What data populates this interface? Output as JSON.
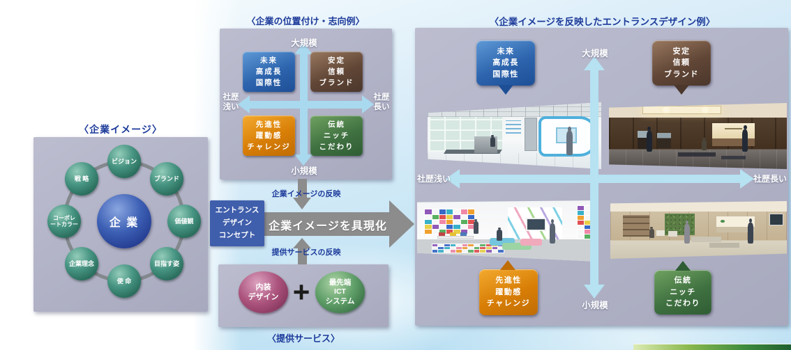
{
  "colors": {
    "title_blue": "#1c3a9a",
    "panel_lavender": "#b3b4c8",
    "quadrant_blue": "#2d64ad",
    "quadrant_brown": "#614636",
    "quadrant_orange": "#d87e07",
    "quadrant_green": "#407141",
    "axis_arrow_blue": "#b6e2f2",
    "flow_arrow_gray": "#8c8c8c",
    "concept_box_blue": "#3f5eab",
    "sphere_green": "#479482",
    "sphere_blue": "#3c5fb4",
    "service_pink": "#ab537c",
    "service_green": "#5f9e68"
  },
  "corporate_image": {
    "title": "〈企業イメージ〉",
    "center_label": "企 業",
    "satellites": [
      "ビジョン",
      "ブランド",
      "価値観",
      "目指す姿",
      "使 命",
      "企業理念",
      "コーポレ\nートカラー",
      "戦 略"
    ]
  },
  "positioning_map": {
    "title": "〈企業の位置付け・志向例〉",
    "axis_top": "大規模",
    "axis_bottom": "小規模",
    "axis_left": "社歴\n浅い",
    "axis_right": "社歴\n長い",
    "quadrant_top_left": "未来\n高成長\n国際性",
    "quadrant_top_right": "安定\n信頼\nブランド",
    "quadrant_bottom_left": "先進性\n躍動感\nチャレンジ",
    "quadrant_bottom_right": "伝統\nニッチ\nこだわり"
  },
  "flow": {
    "concept_box": "エントランス\nデザイン\nコンセプト",
    "image_reflection_label": "企業イメージの反映",
    "main_arrow_label": "企業イメージを具現化",
    "service_reflection_label": "提供サービスの反映"
  },
  "services": {
    "title": "〈提供サービス〉",
    "interior_circle": "内装\nデザイン",
    "plus_sign": "+",
    "ict_circle": "最先端\nICT\nシステム"
  },
  "entrance_examples": {
    "title": "〈企業イメージを反映したエントランスデザイン例〉",
    "axis_top": "大規模",
    "axis_bottom": "小規模",
    "axis_left": "社歴浅い",
    "axis_right": "社歴長い",
    "callout_top_left": "未来\n高成長\n国際性",
    "callout_top_right": "安定\n信頼\nブランド",
    "callout_bottom_left": "先進性\n躍動感\nチャレンジ",
    "callout_bottom_right": "伝統\nニッチ\nこだわり",
    "mosaic_palette": [
      "#e05050",
      "#f0a030",
      "#38b0c8",
      "#9058b8",
      "#58b060",
      "#f088a8",
      "#3868c8",
      "#e8d048"
    ]
  }
}
